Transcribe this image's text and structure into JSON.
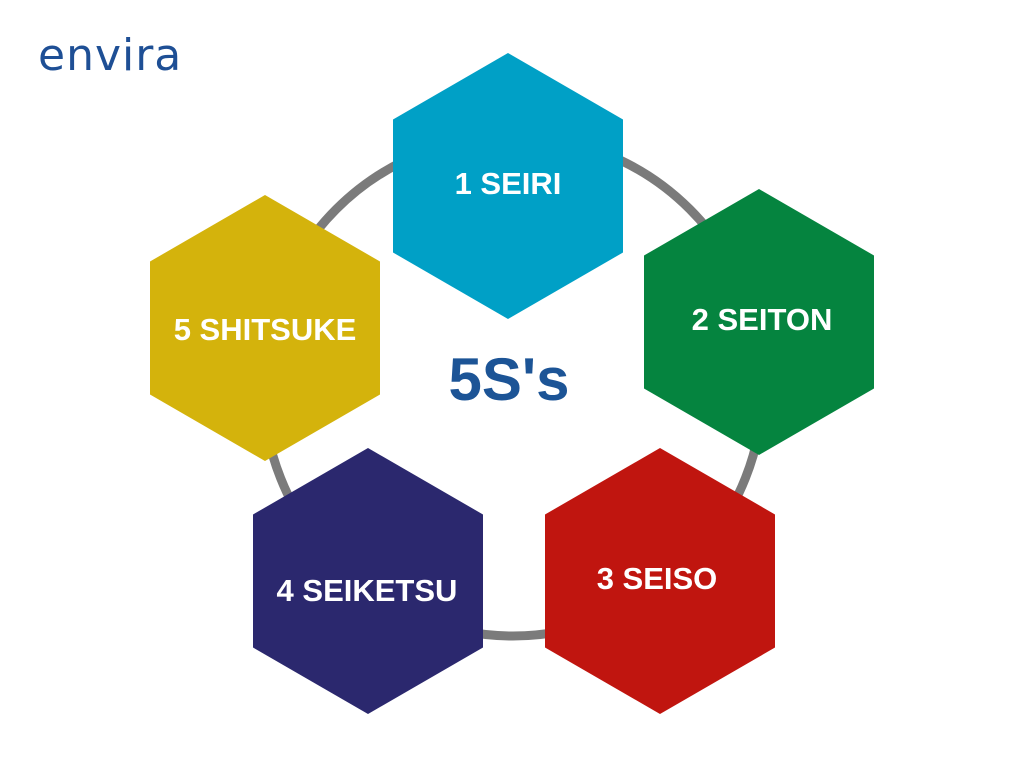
{
  "logo": {
    "text": "envira",
    "color": "#1e4f95"
  },
  "diagram": {
    "title": "5S's",
    "title_color": "#1c5496",
    "ring_color": "#7b7b7b",
    "steps": [
      {
        "label": "1 SEIRI",
        "color": "#00a0c6"
      },
      {
        "label": "2 SEITON",
        "color": "#05843f"
      },
      {
        "label": "3 SEISO",
        "color": "#c0150f"
      },
      {
        "label": "4 SEIKETSU",
        "color": "#2b286e"
      },
      {
        "label": "5 SHITSUKE",
        "color": "#d4b30c"
      }
    ]
  }
}
